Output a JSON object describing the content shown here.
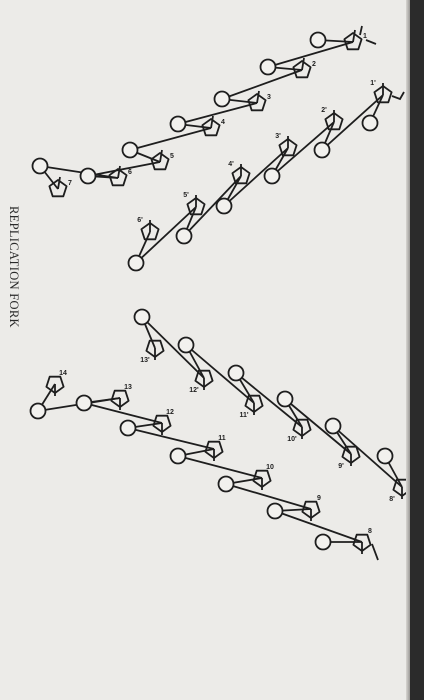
{
  "figure": {
    "caption": "REPLICATION FORK",
    "labels": {
      "strand_a": [
        "1",
        "2",
        "3",
        "4",
        "5",
        "6",
        "7"
      ],
      "strand_b": [
        "1'",
        "2'",
        "3'",
        "4'",
        "5'",
        "6'"
      ],
      "strand_c": [
        "8",
        "9",
        "10",
        "11",
        "12",
        "13",
        "14"
      ],
      "strand_d": [
        "8'",
        "9'",
        "10'",
        "11'",
        "12'",
        "13'"
      ]
    }
  }
}
